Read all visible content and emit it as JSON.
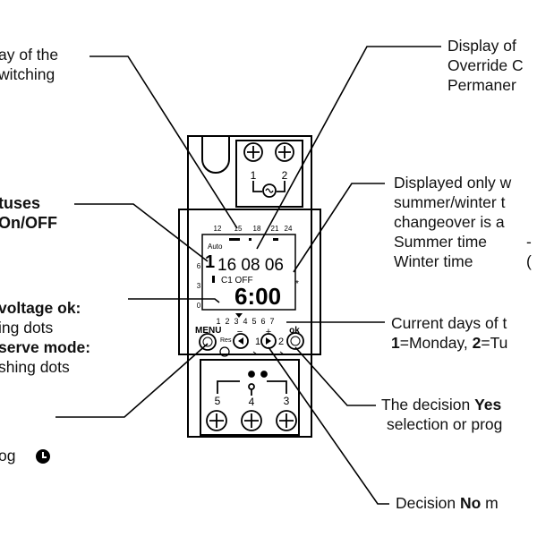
{
  "callouts": {
    "top_left": [
      "ay of the",
      "witching"
    ],
    "top_right": [
      "Display of",
      "Override C",
      "Permaner"
    ],
    "status": [
      "tuses",
      "On/OFF"
    ],
    "dst": [
      "Displayed only w",
      "summer/winter t",
      "changeover is a",
      "Summer time",
      "Winter time"
    ],
    "dst_tail": [
      "-",
      "("
    ],
    "voltage": [
      "voltage ok:",
      "ing dots",
      "serve mode:",
      "shing dots"
    ],
    "days": [
      "Current days of t"
    ],
    "days_line2": {
      "n1": "1",
      "t1": "=Monday, ",
      "n2": "2",
      "t2": "=Tu"
    },
    "yes": {
      "pre": "The decision ",
      "bold": "Yes"
    },
    "yes_line2": "selection or prog",
    "bottom_left": "og",
    "no": {
      "pre": "Decision ",
      "bold": "No",
      "post": " m"
    }
  },
  "device": {
    "top_terminals": [
      "1",
      "2"
    ],
    "bottom_terminals": [
      "5",
      "4",
      "3"
    ],
    "lcd": {
      "hours_scale": [
        "12",
        "15",
        "18",
        "21",
        "24"
      ],
      "mode": "Auto",
      "program": "1",
      "date": "16 08 06",
      "switch_status": "C1 OFF",
      "time": "6:00",
      "side_marks": [
        "6",
        "3",
        "0"
      ]
    },
    "weekdays": [
      "1",
      "2",
      "3",
      "4",
      "5",
      "6",
      "7"
    ],
    "buttons": {
      "menu": "MENU",
      "res": "Res",
      "minus": "−",
      "plus": "+",
      "ok": "ok",
      "nav_left": "1",
      "nav_right": "2"
    }
  }
}
